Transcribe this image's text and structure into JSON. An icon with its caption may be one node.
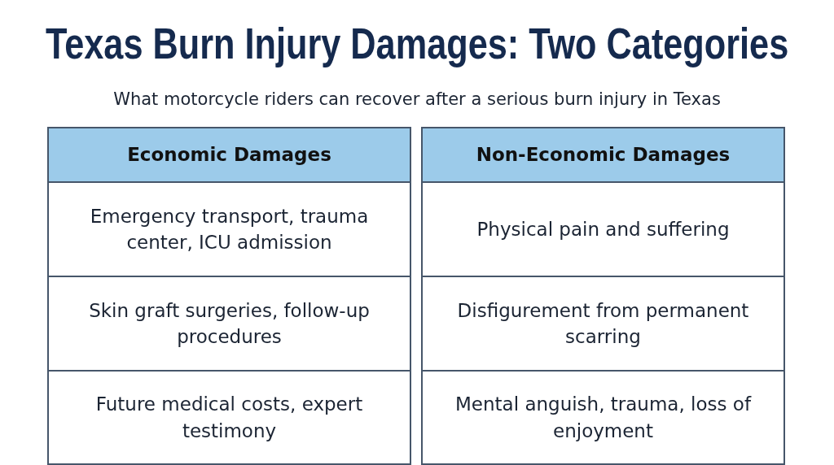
{
  "diagram": {
    "title": "Texas Burn Injury Damages: Two Categories",
    "labels": [
      "What motorcycle riders can recover after a serious burn injury in Texas",
      "Economic Damages",
      "Non-Economic Damages",
      "Emergency transport, trauma center, ICU admission",
      "Physical pain and suffering",
      "Skin graft surgeries, follow-up procedures",
      "Disfigurement from permanent scarring",
      "Future medical costs, expert testimony",
      "Mental anguish, trauma, loss of enjoyment"
    ]
  }
}
